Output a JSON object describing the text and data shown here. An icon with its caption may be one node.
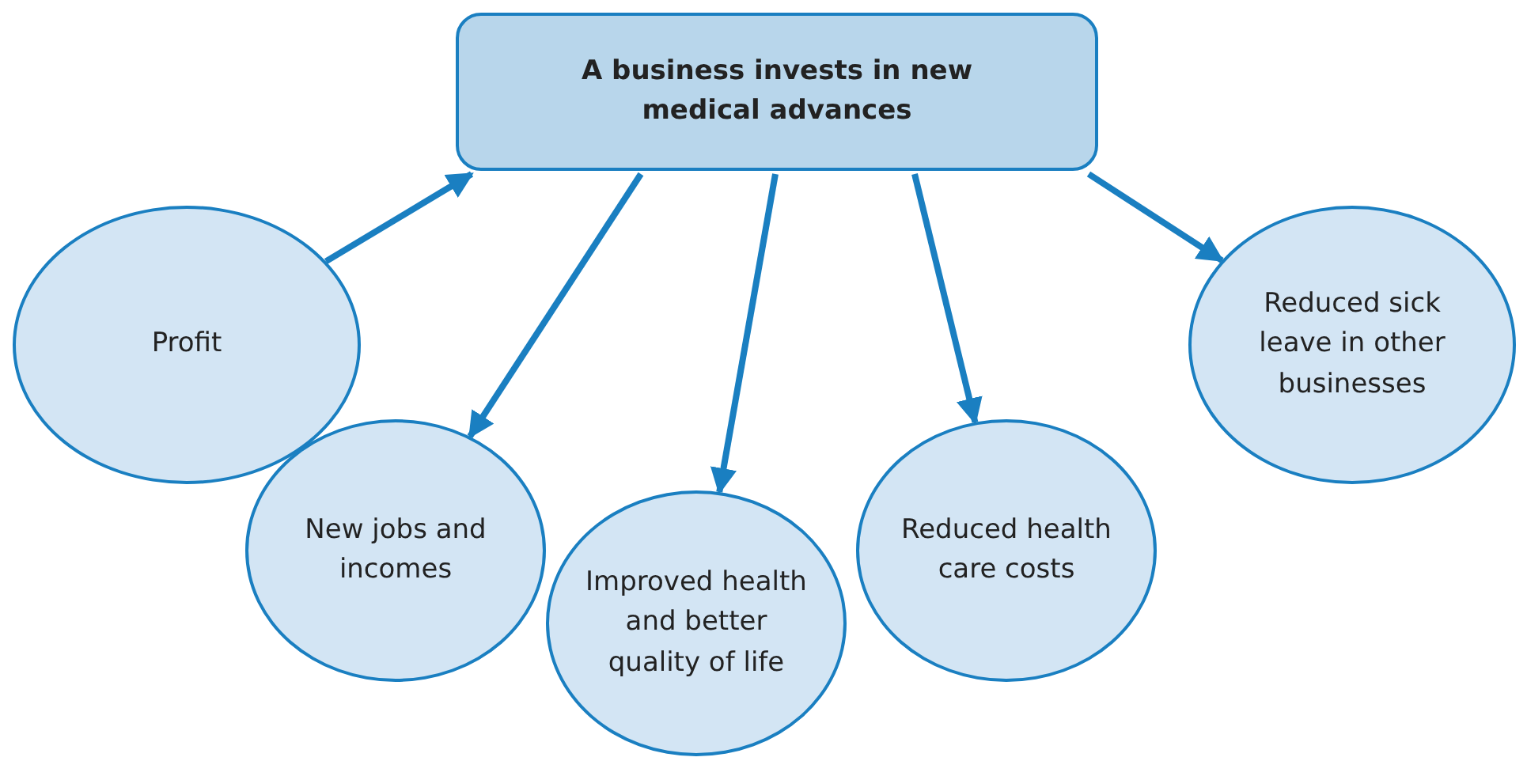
{
  "diagram": {
    "nodes": [
      {
        "text": [
          "A business invests in new medical advances"
        ]
      },
      {
        "text": [
          "Profit"
        ]
      },
      {
        "text": [
          "New jobs and incomes"
        ]
      },
      {
        "text": [
          "Improved health and better quality of life"
        ]
      },
      {
        "text": [
          "Reduced health care costs"
        ]
      },
      {
        "text": [
          "Reduced sick leave in other businesses"
        ]
      }
    ],
    "edges": [
      {
        "from": 1,
        "to": 0,
        "arrow": "to"
      },
      {
        "from": 0,
        "to": 2,
        "arrow": "to"
      },
      {
        "from": 0,
        "to": 3,
        "arrow": "to"
      },
      {
        "from": 0,
        "to": 4,
        "arrow": "to"
      },
      {
        "from": 0,
        "to": 5,
        "arrow": "to"
      }
    ]
  }
}
